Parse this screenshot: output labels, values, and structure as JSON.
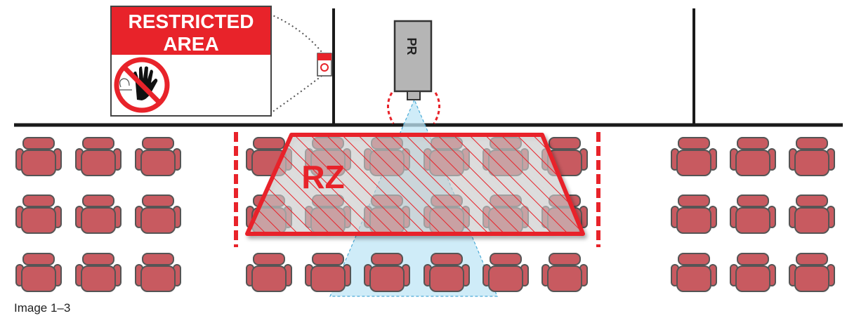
{
  "sign": {
    "line1": "RESTRICTED",
    "line2": "AREA",
    "header_color": "#e8232a",
    "icon": "no-touching-icon"
  },
  "projector": {
    "label": "PR",
    "body_color": "#b5b5b5"
  },
  "zone": {
    "label": "RZ",
    "color": "#e8232a"
  },
  "beam": {
    "color": "#bfe6f5"
  },
  "seat": {
    "color": "#c85a60",
    "icon": "chair-icon"
  },
  "caption": "Image 1–3"
}
